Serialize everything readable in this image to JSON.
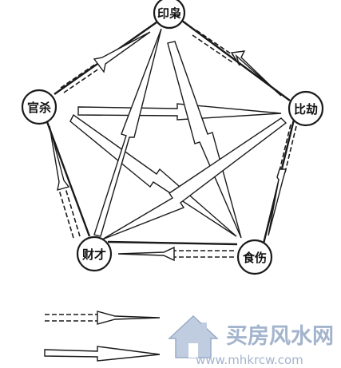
{
  "nodes": {
    "yin": "印枭",
    "bi": "比劫",
    "shi": "食伤",
    "cai": "财才",
    "guan": "官杀"
  },
  "watermark": {
    "title": "买房风水网",
    "url": "www.mhkrcw.com"
  }
}
